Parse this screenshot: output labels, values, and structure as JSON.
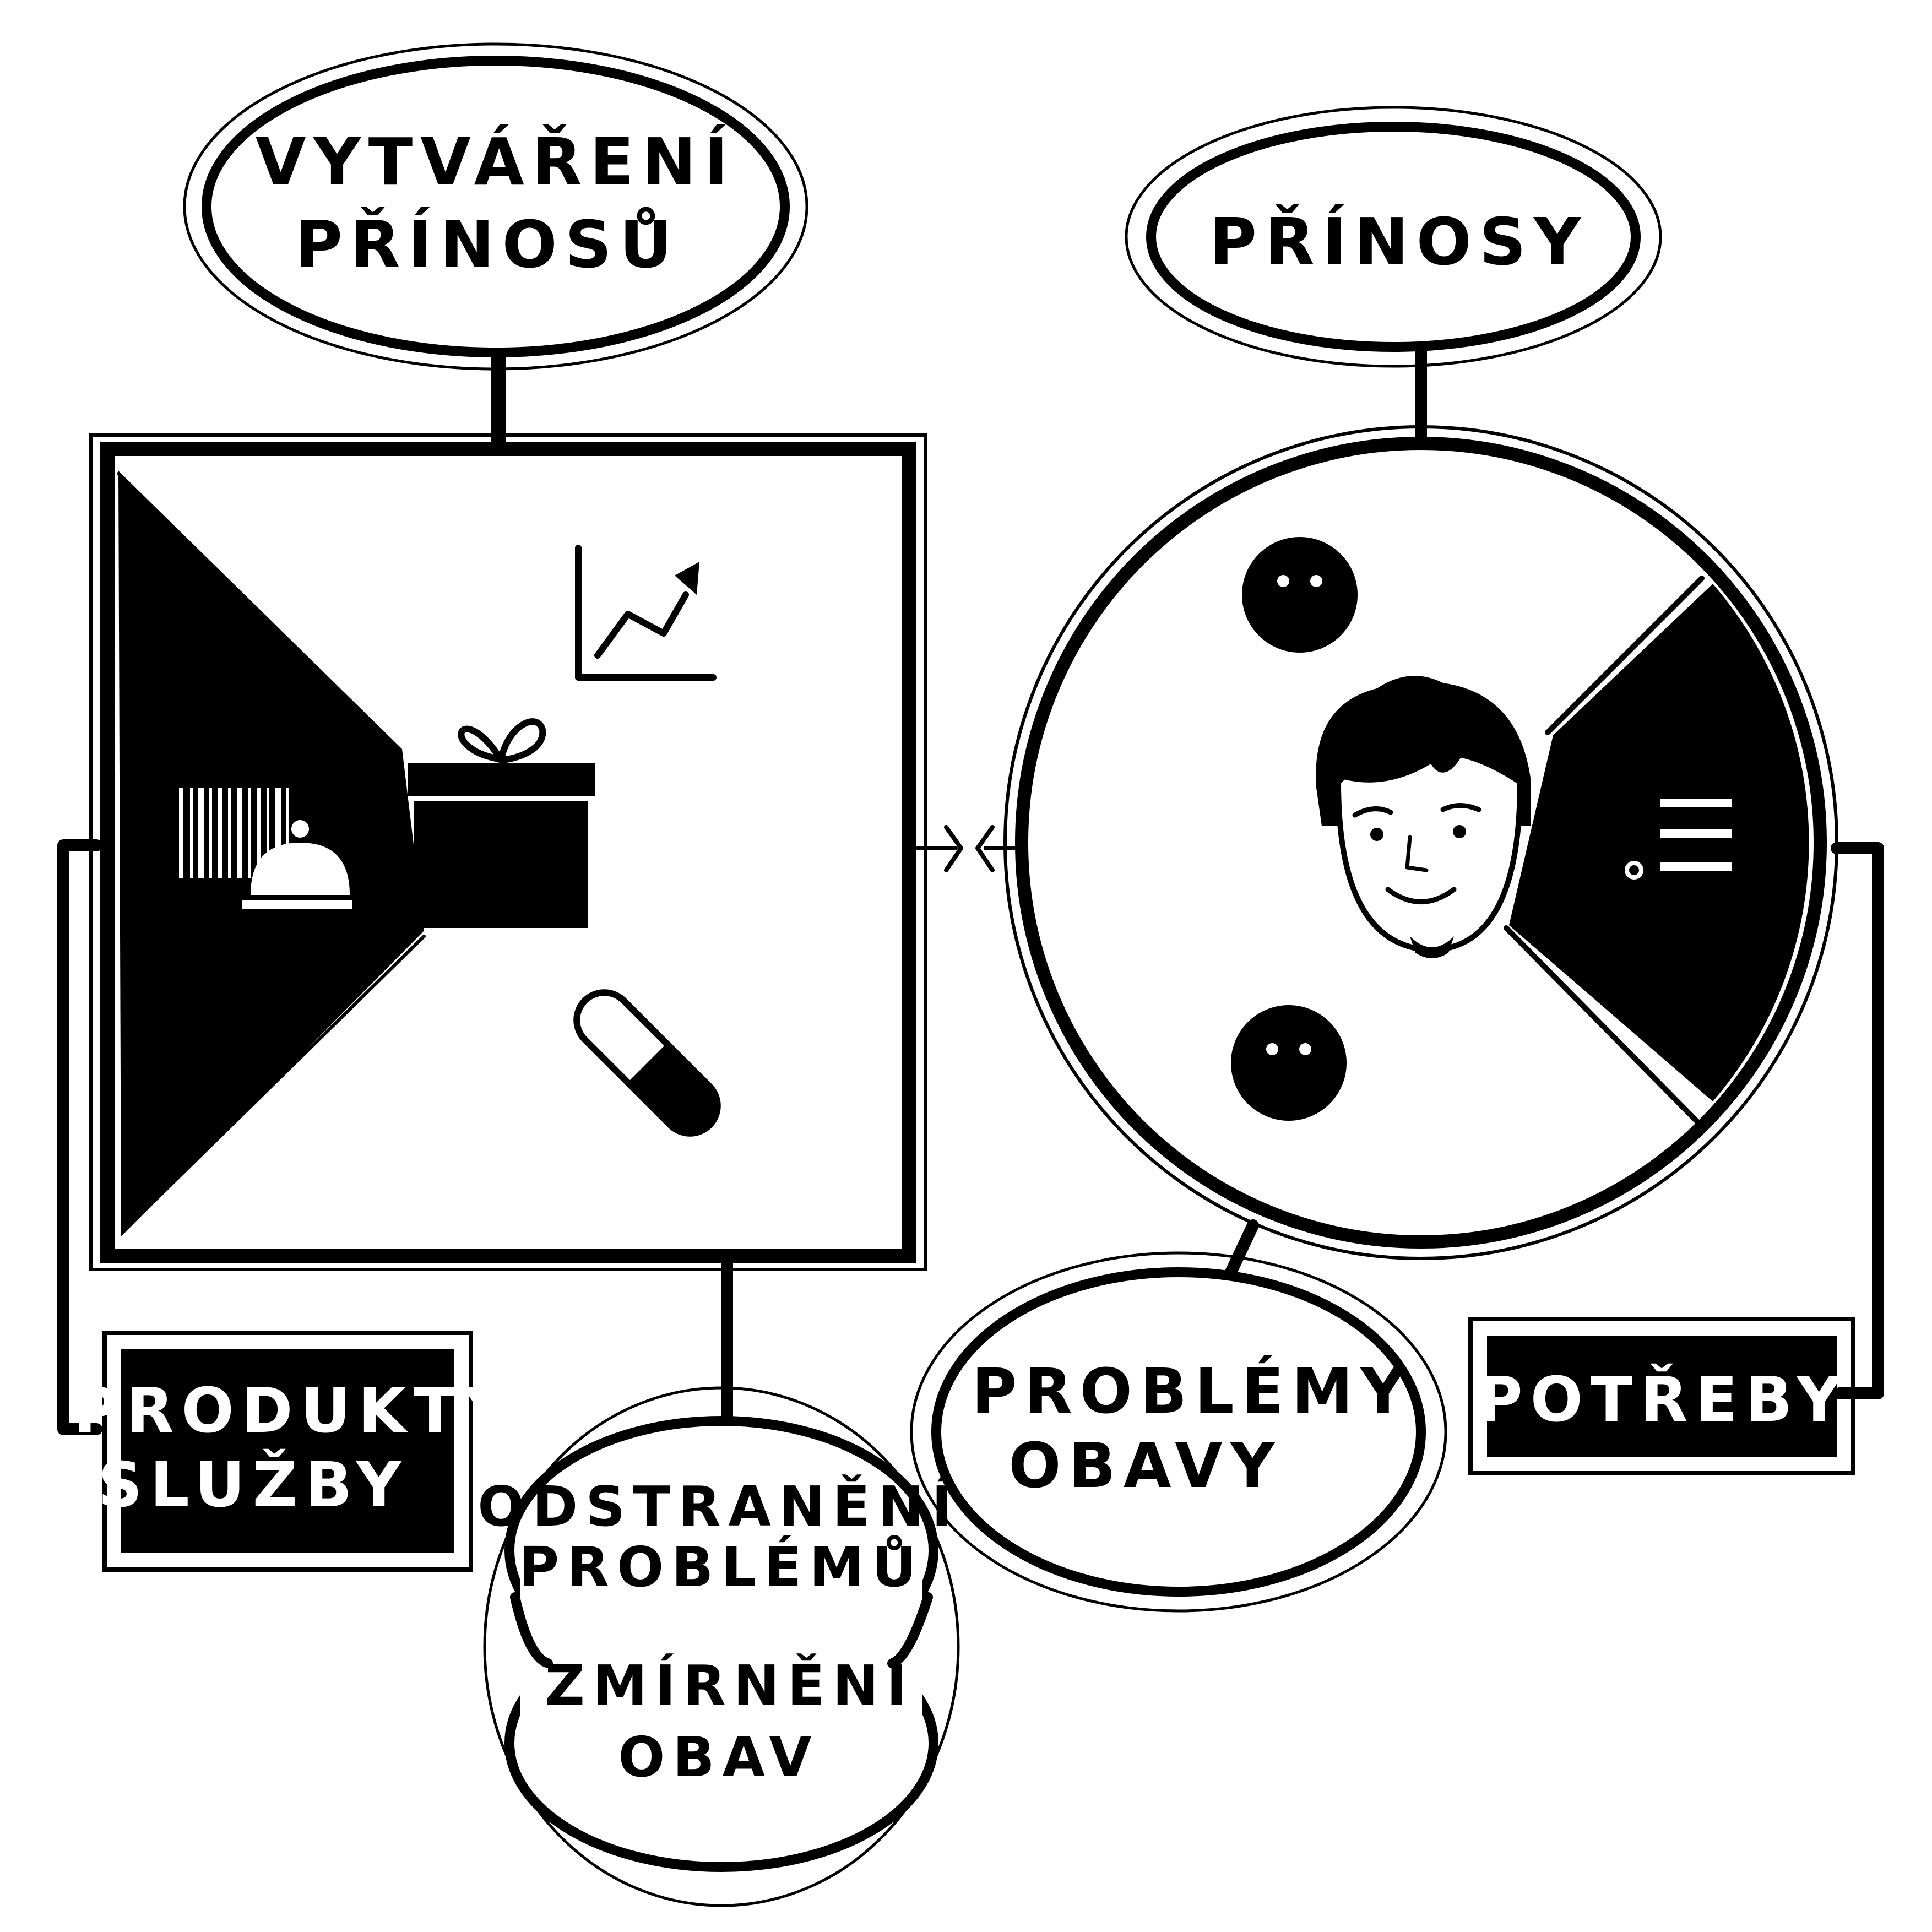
{
  "labels": {
    "value_creators_line1": "VYTVÁŘENÍ",
    "value_creators_line2": "PŘÍNOSŮ",
    "gains": "PŘÍNOSY",
    "products_line1": "PRODUKTY",
    "products_line2": "SLUŽBY",
    "pain_relievers_line1": "ODSTRANĚNÍ",
    "pain_relievers_line2": "PROBLÉMŮ",
    "pain_relievers_line3": "ZMÍRNĚNÍ",
    "pain_relievers_line4": "OBAV",
    "pains_line1": "PROBLÉMY",
    "pains_line2": "OBAVY",
    "needs": "POTŘEBY"
  },
  "icons": {
    "growth": "growth-chart-icon",
    "gift": "gift-box-icon",
    "pill": "pill-icon",
    "barcode": "barcode-icon",
    "cloche": "service-bell-icon",
    "happy": "smiley-face-icon",
    "sad": "sad-face-icon",
    "customer": "customer-face-icon",
    "checklist": "checklist-icon"
  },
  "colors": {
    "ink": "#000000",
    "paper": "#ffffff"
  }
}
